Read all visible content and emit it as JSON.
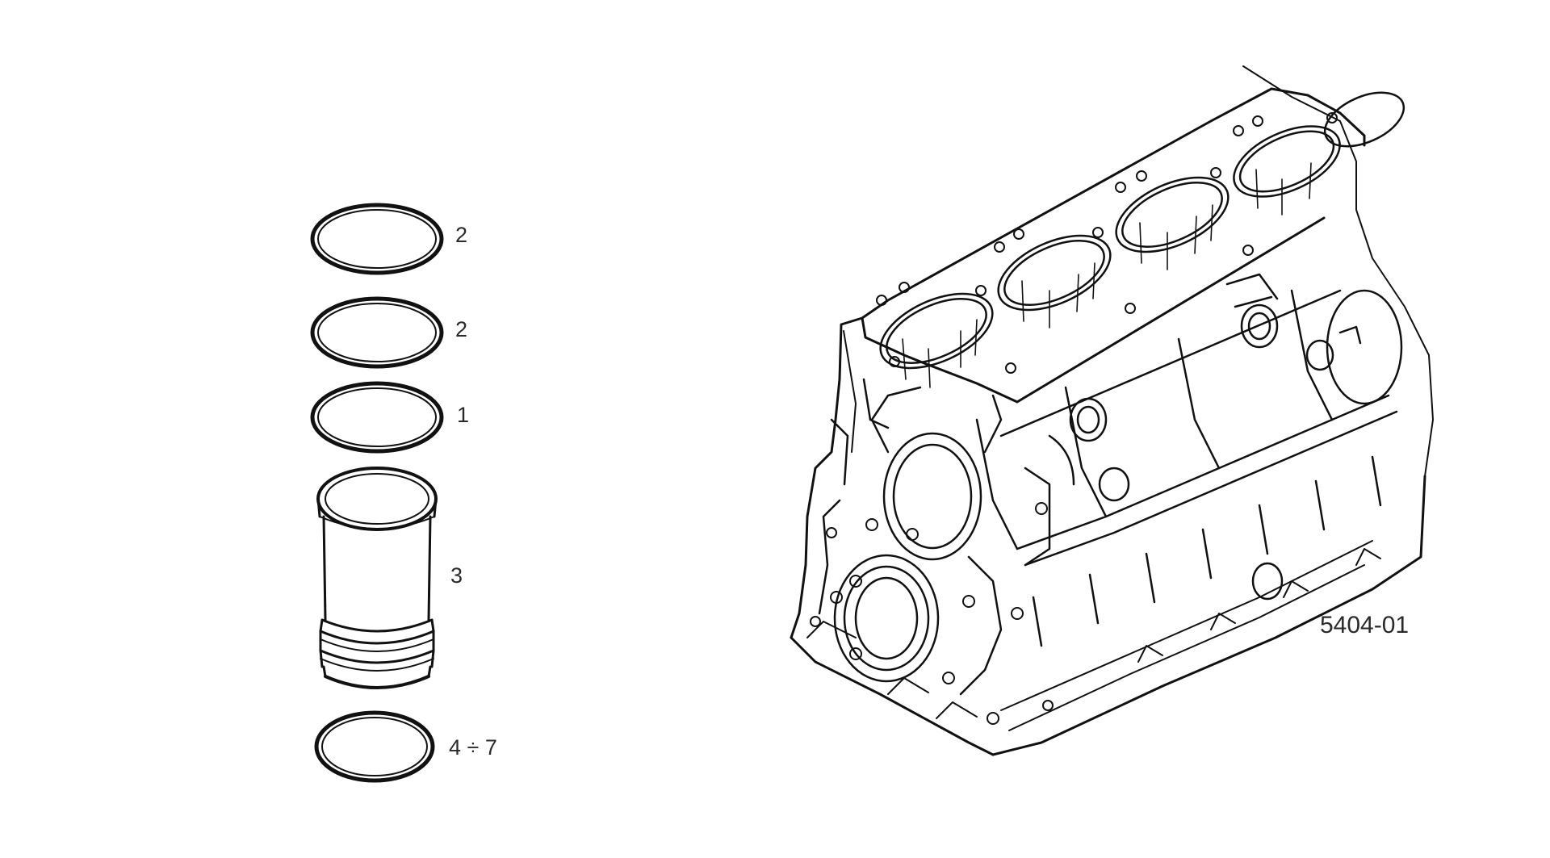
{
  "parts": [
    {
      "callout": "2",
      "kind": "seal-ring"
    },
    {
      "callout": "2",
      "kind": "seal-ring"
    },
    {
      "callout": "1",
      "kind": "seal-ring"
    },
    {
      "callout": "3",
      "kind": "cylinder-liner"
    },
    {
      "callout": "4 ÷ 7",
      "kind": "shim-ring"
    }
  ],
  "figure": {
    "code": "5404-01",
    "line_color": "#111111",
    "background": "#ffffff"
  }
}
